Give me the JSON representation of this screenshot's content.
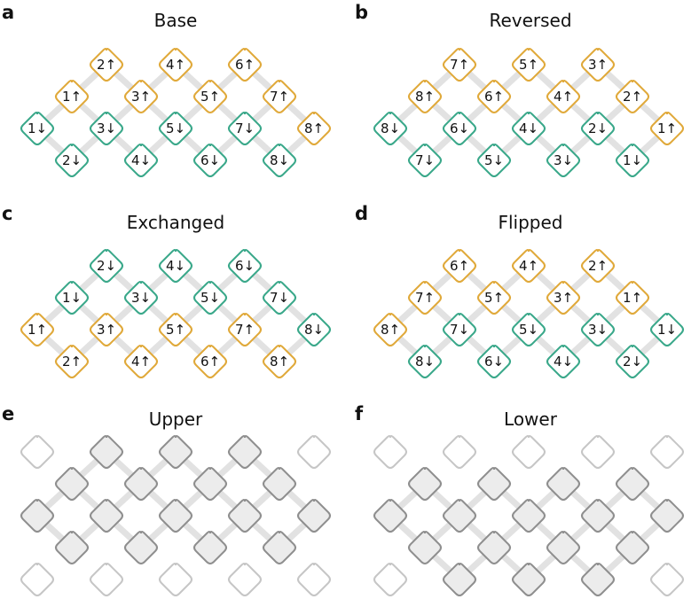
{
  "colors": {
    "up_border": "#e0a93a",
    "down_border": "#3aa88a",
    "node_fill": "#ffffff",
    "edge": "#e2e2e2",
    "grey_dark_border": "#8f8f8f",
    "grey_dark_fill": "#ececec",
    "grey_light_border": "#c6c6c6",
    "grey_light_fill": "#ffffff"
  },
  "panels": [
    {
      "letter": "a",
      "title": "Base",
      "rows": [
        [
          "",
          "2↑",
          "",
          "4↑",
          "",
          "6↑",
          "",
          ""
        ],
        [
          "1↑",
          "",
          "3↑",
          "",
          "5↑",
          "",
          "7↑",
          ""
        ],
        [
          "1↓",
          "3↓",
          "5↓",
          "7↓",
          "8↑"
        ],
        [
          "2↓",
          "4↓",
          "6↓",
          "8↓"
        ]
      ]
    },
    {
      "letter": "b",
      "title": "Reversed",
      "rows": [
        [
          "7↑",
          "5↑",
          "3↑"
        ],
        [
          "8↑",
          "6↑",
          "4↑",
          "2↑"
        ],
        [
          "8↓",
          "6↓",
          "4↓",
          "2↓",
          "1↑"
        ],
        [
          "7↓",
          "5↓",
          "3↓",
          "1↓"
        ]
      ]
    },
    {
      "letter": "c",
      "title": "Exchanged",
      "rows": [
        [
          "2↓",
          "4↓",
          "6↓"
        ],
        [
          "1↓",
          "3↓",
          "5↓",
          "7↓"
        ],
        [
          "1↑",
          "3↑",
          "5↑",
          "7↑",
          "8↓"
        ],
        [
          "2↑",
          "4↑",
          "6↑",
          "8↑"
        ]
      ]
    },
    {
      "letter": "d",
      "title": "Flipped",
      "rows": [
        [
          "6↑",
          "4↑",
          "2↑"
        ],
        [
          "7↑",
          "5↑",
          "3↑",
          "1↑"
        ],
        [
          "8↑",
          "7↓",
          "5↓",
          "3↓",
          "1↓"
        ],
        [
          "8↓",
          "6↓",
          "4↓",
          "2↓"
        ]
      ]
    },
    {
      "letter": "e",
      "title": "Upper",
      "shades": [
        [
          "light",
          "dark",
          "dark",
          "dark",
          "light"
        ],
        [
          "dark",
          "dark",
          "dark",
          "dark"
        ],
        [
          "dark",
          "dark",
          "dark",
          "dark",
          "dark"
        ],
        [
          "dark",
          "dark",
          "dark",
          "dark"
        ],
        [
          "light",
          "light",
          "light",
          "light",
          "light"
        ]
      ]
    },
    {
      "letter": "f",
      "title": "Lower",
      "shades": [
        [
          "light",
          "light",
          "light",
          "light",
          "light"
        ],
        [
          "dark",
          "dark",
          "dark",
          "dark"
        ],
        [
          "dark",
          "dark",
          "dark",
          "dark",
          "dark"
        ],
        [
          "dark",
          "dark",
          "dark",
          "dark"
        ],
        [
          "light",
          "dark",
          "dark",
          "dark",
          "light"
        ]
      ]
    }
  ]
}
